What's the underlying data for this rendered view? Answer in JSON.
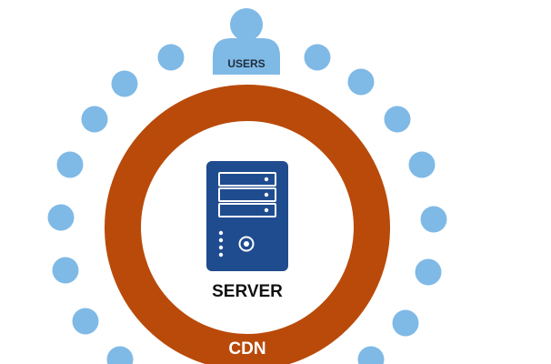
{
  "diagram": {
    "users_label": "USERS",
    "server_label": "SERVER",
    "cdn_label": "CDN"
  },
  "colors": {
    "user_dot": "#7fb9e6",
    "cdn_ring": "#b94a0a",
    "server_body": "#1f4c8f",
    "server_detail": "#ffffff",
    "text_dark": "#111111",
    "text_light": "#ffffff"
  },
  "icons": [
    "user-icon",
    "server-icon"
  ]
}
